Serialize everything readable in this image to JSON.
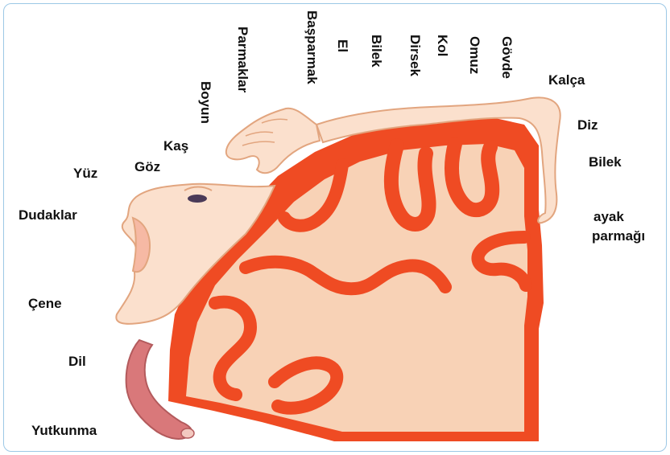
{
  "colors": {
    "cortex": "#ef4b23",
    "tissue": "#f8d2b6",
    "skin": "#fbe0cd",
    "skin_outline": "#e2a57f",
    "tongue": "#d9787a",
    "frame_border": "#9cc8e6"
  },
  "labels": {
    "parmaklar": "Parmaklar",
    "basparmak": "Başparmak",
    "el": "El",
    "bilek_top": "Bilek",
    "dirsek": "Dirsek",
    "kol": "Kol",
    "omuz": "Omuz",
    "govde": "Gövde",
    "boyun": "Boyun",
    "kalca": "Kalça",
    "diz": "Diz",
    "bilek_right": "Bilek",
    "ayak_line1": "ayak",
    "ayak_line2": "parmağı",
    "kas": "Kaş",
    "goz": "Göz",
    "yuz": "Yüz",
    "dudaklar": "Dudaklar",
    "cene": "Çene",
    "dil": "Dil",
    "yutkunma": "Yutkunma"
  }
}
